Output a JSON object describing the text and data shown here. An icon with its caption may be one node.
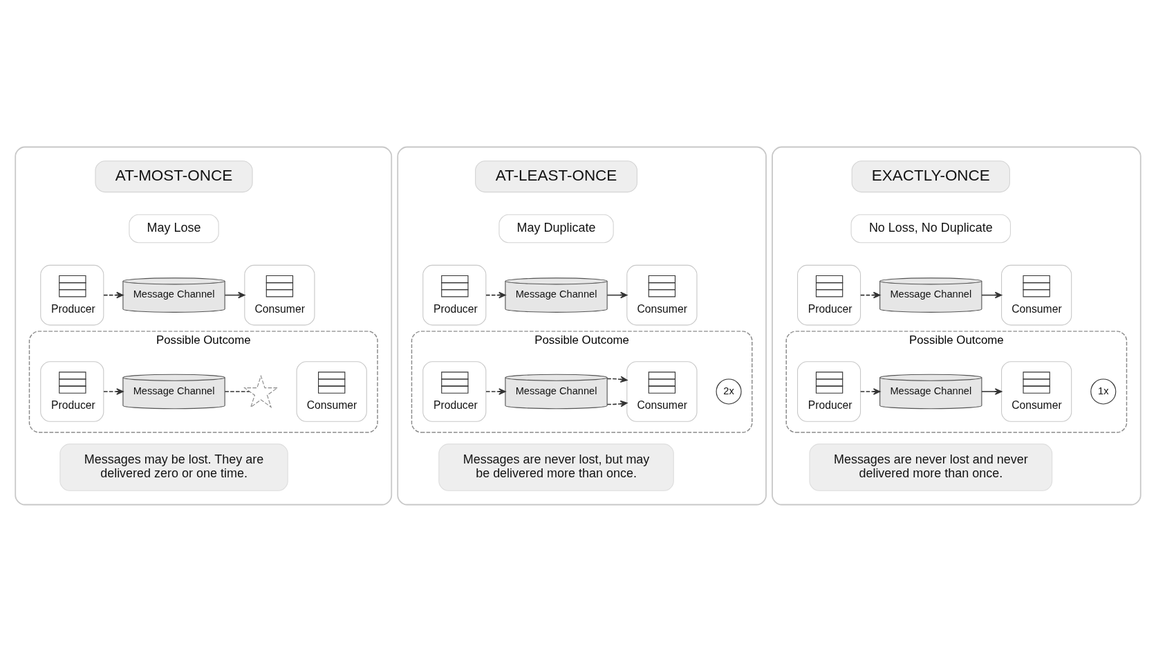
{
  "diagram": {
    "nodes": [
      {
        "text": [],
        "shape": "box"
      },
      {
        "text": [
          "AT-MOST-ONCE"
        ],
        "in": 0
      },
      {
        "text": [
          "May Lose"
        ],
        "in": 0
      },
      {
        "text": [
          "Producer"
        ],
        "in": 0
      },
      {
        "text": [
          "Message Channel"
        ],
        "in": 0
      },
      {
        "text": [
          "Consumer"
        ],
        "in": 0
      },
      {
        "text": [
          "Possible Outcome"
        ],
        "in": 0
      },
      {
        "text": [
          "Producer"
        ],
        "in": 6
      },
      {
        "text": [
          "Message Channel"
        ],
        "in": 6
      },
      {
        "text": [],
        "shape": "cross",
        "in": 6
      },
      {
        "text": [
          "Consumer"
        ],
        "in": 6
      },
      {
        "text": [
          "Messages may be lost. They are delivered zero or one time."
        ],
        "in": 0
      },
      {
        "text": [],
        "shape": "box"
      },
      {
        "text": [
          "AT-LEAST-ONCE"
        ],
        "in": 12
      },
      {
        "text": [
          "May Duplicate"
        ],
        "in": 12
      },
      {
        "text": [
          "Producer"
        ],
        "in": 12
      },
      {
        "text": [
          "Message Channel"
        ],
        "in": 12
      },
      {
        "text": [
          "Consumer"
        ],
        "in": 12
      },
      {
        "text": [
          "Possible Outcome"
        ],
        "in": 12
      },
      {
        "text": [
          "Producer"
        ],
        "in": 18
      },
      {
        "text": [
          "Message Channel"
        ],
        "in": 18
      },
      {
        "text": [
          "Consumer"
        ],
        "in": 18
      },
      {
        "text": [
          "2x"
        ],
        "in": 18
      },
      {
        "text": [
          "Messages are never lost, but may be delivered more than once."
        ],
        "in": 12
      },
      {
        "text": [],
        "shape": "box"
      },
      {
        "text": [
          "EXACTLY-ONCE"
        ],
        "in": 24
      },
      {
        "text": [
          "No Loss, No Duplicate"
        ],
        "in": 24
      },
      {
        "text": [
          "Producer"
        ],
        "in": 24
      },
      {
        "text": [
          "Message Channel"
        ],
        "in": 24
      },
      {
        "text": [
          "Consumer"
        ],
        "in": 24
      },
      {
        "text": [
          "Possible Outcome"
        ],
        "in": 24
      },
      {
        "text": [
          "Producer"
        ],
        "in": 30
      },
      {
        "text": [
          "Message Channel"
        ],
        "in": 30
      },
      {
        "text": [
          "Consumer"
        ],
        "in": 30
      },
      {
        "text": [
          "1x"
        ],
        "in": 30
      },
      {
        "text": [
          "Messages are never lost and never delivered more than once."
        ],
        "in": 24
      }
    ],
    "edges": [
      {
        "from": 3,
        "to": 4,
        "arrow": "to",
        "style": "dashed"
      },
      {
        "from": 4,
        "to": 5,
        "arrow": "to"
      },
      {
        "from": 7,
        "to": 8,
        "arrow": "to",
        "style": "dashed"
      },
      {
        "from": 8,
        "to": 9,
        "arrow": "none",
        "style": "dashed"
      },
      {
        "from": 15,
        "to": 16,
        "arrow": "to",
        "style": "dashed"
      },
      {
        "from": 16,
        "to": 17,
        "arrow": "to"
      },
      {
        "from": 19,
        "to": 20,
        "arrow": "to",
        "style": "dashed"
      },
      {
        "from": 20,
        "to": 21,
        "arrow": "to",
        "style": "dashed"
      },
      {
        "from": 20,
        "to": 21,
        "arrow": "to",
        "style": "dashed"
      },
      {
        "from": 27,
        "to": 28,
        "arrow": "to",
        "style": "dashed"
      },
      {
        "from": 28,
        "to": 29,
        "arrow": "to"
      },
      {
        "from": 31,
        "to": 32,
        "arrow": "to",
        "style": "dashed"
      },
      {
        "from": 32,
        "to": 33,
        "arrow": "to"
      }
    ]
  }
}
